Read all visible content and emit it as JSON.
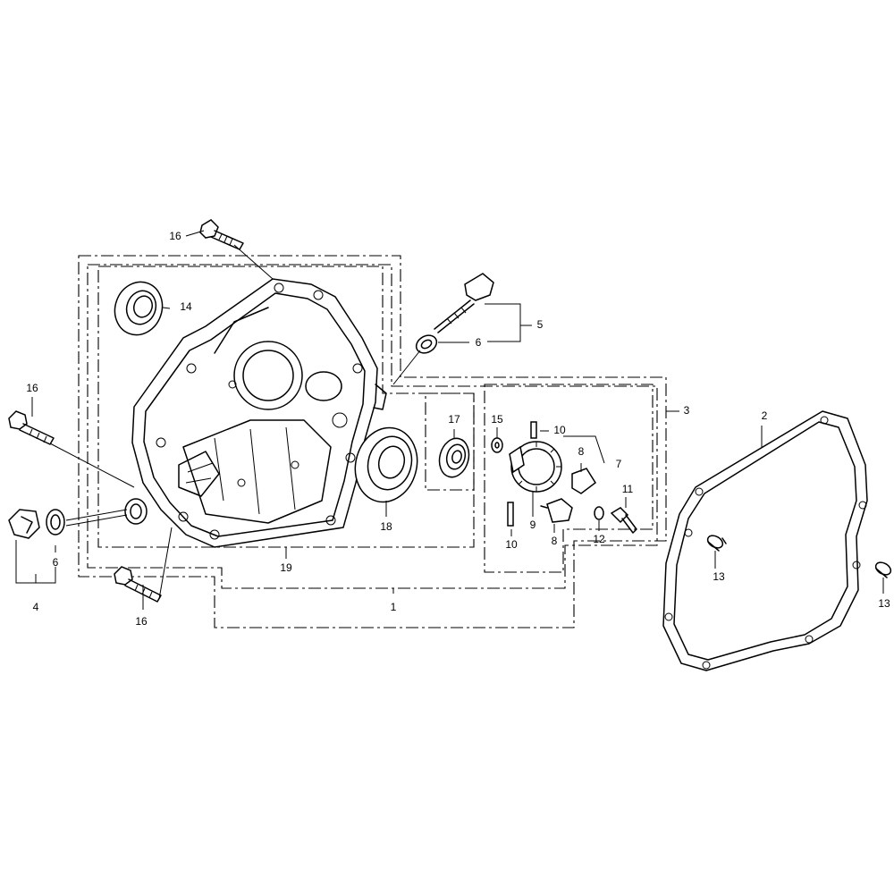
{
  "callouts": [
    {
      "id": "c-1",
      "text": "1"
    },
    {
      "id": "c-2",
      "text": "2"
    },
    {
      "id": "c-3",
      "text": "3"
    },
    {
      "id": "c-4",
      "text": "4"
    },
    {
      "id": "c-5",
      "text": "5"
    },
    {
      "id": "c-6a",
      "text": "6"
    },
    {
      "id": "c-6b",
      "text": "6"
    },
    {
      "id": "c-7",
      "text": "7"
    },
    {
      "id": "c-8a",
      "text": "8"
    },
    {
      "id": "c-8b",
      "text": "8"
    },
    {
      "id": "c-9",
      "text": "9"
    },
    {
      "id": "c-10a",
      "text": "10"
    },
    {
      "id": "c-10b",
      "text": "10"
    },
    {
      "id": "c-11",
      "text": "11"
    },
    {
      "id": "c-12",
      "text": "12"
    },
    {
      "id": "c-13a",
      "text": "13"
    },
    {
      "id": "c-13b",
      "text": "13"
    },
    {
      "id": "c-14",
      "text": "14"
    },
    {
      "id": "c-15",
      "text": "15"
    },
    {
      "id": "c-16a",
      "text": "16"
    },
    {
      "id": "c-16b",
      "text": "16"
    },
    {
      "id": "c-16c",
      "text": "16"
    },
    {
      "id": "c-17",
      "text": "17"
    },
    {
      "id": "c-18",
      "text": "18"
    },
    {
      "id": "c-19",
      "text": "19"
    }
  ]
}
